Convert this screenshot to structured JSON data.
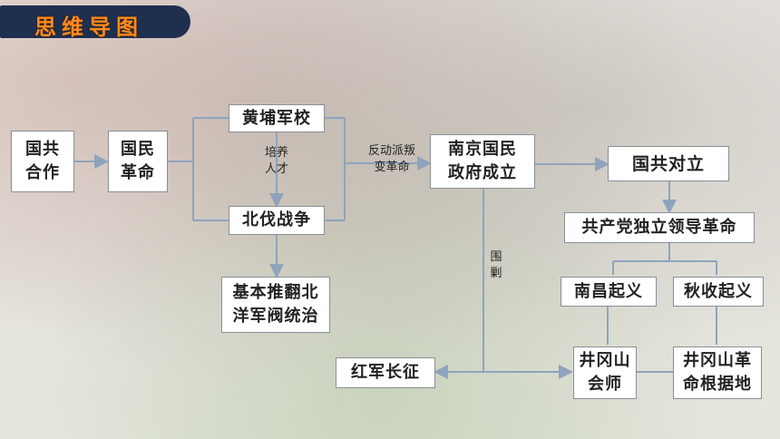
{
  "title": "思维导图",
  "nodes": {
    "guogong_hezuo": "国共\n合作",
    "guomin_geming": "国民\n革命",
    "huangpu": "黄埔军校",
    "beifa": "北伐战争",
    "tuifan": "基本推翻北\n洋军阀统治",
    "nanjing": "南京国民\n政府成立",
    "duili": "国共对立",
    "gongchandang": "共产党独立领导革命",
    "nanchang": "南昌起义",
    "qiushou": "秋收起义",
    "huishi": "井冈山\n会师",
    "genjudi": "井冈山革\n命根据地",
    "changzheng": "红军长征"
  },
  "labels": {
    "peiyang": "培养\n人才",
    "fandong": "反动派叛\n变革命",
    "weijiao": "围\n剿"
  },
  "colors": {
    "line": "#8fa3bd",
    "banner": "#1f2f4f",
    "title": "#ff8a1c"
  }
}
